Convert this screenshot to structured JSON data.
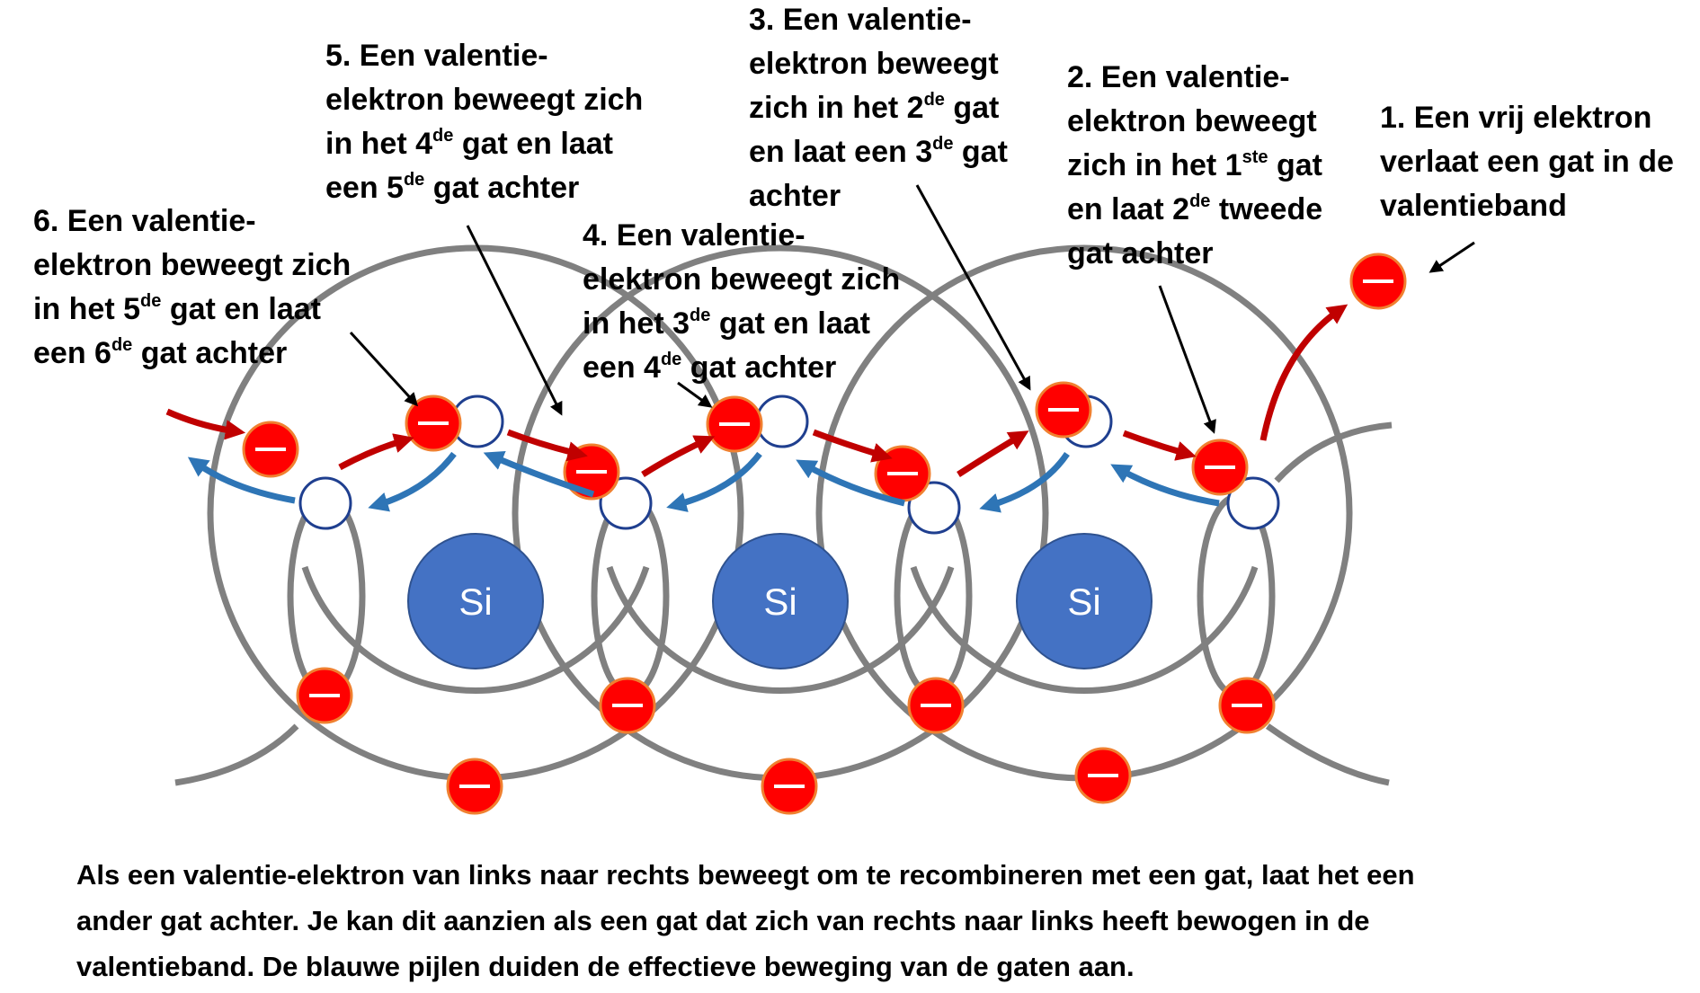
{
  "colors": {
    "bond": "#808080",
    "electron_fill": "#ff0000",
    "electron_stroke": "#f08030",
    "hole_stroke": "#1f3f8f",
    "si_fill": "#4472c4",
    "red_arrow": "#c00000",
    "blue_arrow": "#2e75b6"
  },
  "atoms": [
    {
      "symbol": "Si"
    },
    {
      "symbol": "Si"
    },
    {
      "symbol": "Si"
    }
  ],
  "steps": [
    {
      "lines": [
        [
          {
            "t": "1. Een vrij elektron"
          }
        ],
        [
          {
            "t": "verlaat een gat in de"
          }
        ],
        [
          {
            "t": "valentieband"
          }
        ]
      ]
    },
    {
      "lines": [
        [
          {
            "t": "2. Een valentie-"
          }
        ],
        [
          {
            "t": "elektron beweegt"
          }
        ],
        [
          {
            "t": "zich in het 1"
          },
          {
            "t": "ste",
            "sup": true
          },
          {
            "t": "  gat"
          }
        ],
        [
          {
            "t": "en laat 2"
          },
          {
            "t": "de",
            "sup": true
          },
          {
            "t": "  tweede"
          }
        ],
        [
          {
            "t": "gat achter"
          }
        ]
      ]
    },
    {
      "lines": [
        [
          {
            "t": "3. Een valentie-"
          }
        ],
        [
          {
            "t": "elektron beweegt"
          }
        ],
        [
          {
            "t": "zich in het 2"
          },
          {
            "t": "de",
            "sup": true
          },
          {
            "t": "  gat"
          }
        ],
        [
          {
            "t": "en laat een 3"
          },
          {
            "t": "de",
            "sup": true
          },
          {
            "t": "  gat"
          }
        ],
        [
          {
            "t": "achter"
          }
        ]
      ]
    },
    {
      "lines": [
        [
          {
            "t": "4. Een valentie-"
          }
        ],
        [
          {
            "t": "elektron beweegt zich"
          }
        ],
        [
          {
            "t": "in het 3"
          },
          {
            "t": "de",
            "sup": true
          },
          {
            "t": "  gat en laat"
          }
        ],
        [
          {
            "t": "een 4"
          },
          {
            "t": "de",
            "sup": true
          },
          {
            "t": "  gat achter"
          }
        ]
      ]
    },
    {
      "lines": [
        [
          {
            "t": "5. Een valentie-"
          }
        ],
        [
          {
            "t": "elektron beweegt zich"
          }
        ],
        [
          {
            "t": "in het 4"
          },
          {
            "t": "de",
            "sup": true
          },
          {
            "t": "  gat en laat"
          }
        ],
        [
          {
            "t": "een 5"
          },
          {
            "t": "de",
            "sup": true
          },
          {
            "t": "  gat achter"
          }
        ]
      ]
    },
    {
      "lines": [
        [
          {
            "t": "6. Een valentie-"
          }
        ],
        [
          {
            "t": "elektron beweegt zich"
          }
        ],
        [
          {
            "t": "in het 5"
          },
          {
            "t": "de",
            "sup": true
          },
          {
            "t": "  gat en laat"
          }
        ],
        [
          {
            "t": "een 6"
          },
          {
            "t": "de",
            "sup": true
          },
          {
            "t": "  gat achter"
          }
        ]
      ]
    }
  ],
  "caption": [
    "Als een valentie-elektron van links naar rechts beweegt om te recombineren met een gat, laat het een",
    "ander gat achter.  Je kan dit aanzien als een gat dat zich van rechts naar links heeft bewogen in de",
    "valentieband.  De blauwe pijlen duiden de effectieve beweging van de gaten aan."
  ]
}
